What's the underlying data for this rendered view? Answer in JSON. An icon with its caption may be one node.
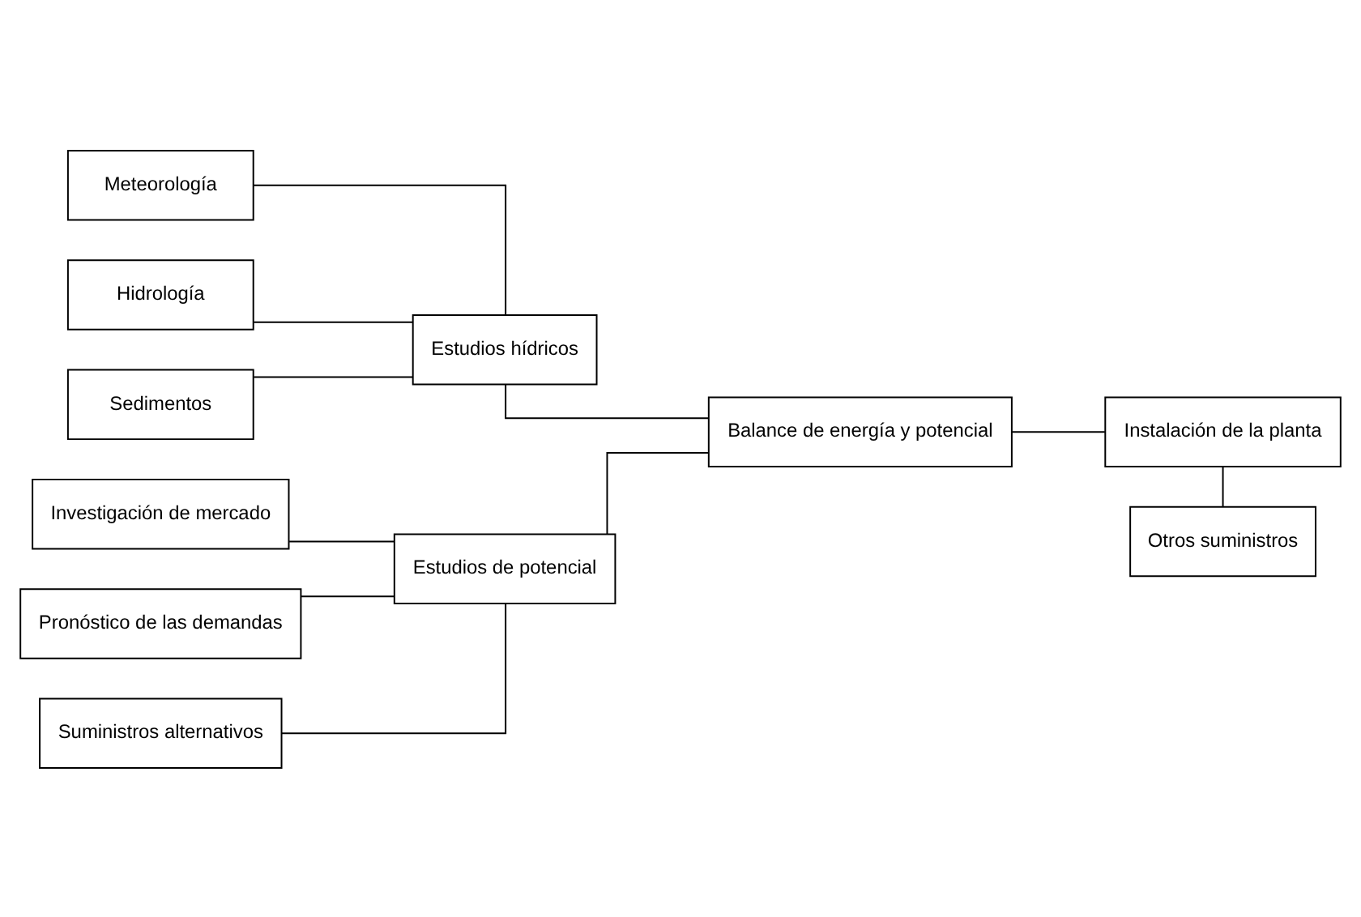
{
  "diagram": {
    "nodes": [
      {
        "text": [
          "Meteorología"
        ]
      },
      {
        "text": [
          "Hidrología"
        ]
      },
      {
        "text": [
          "Sedimentos"
        ]
      },
      {
        "text": [
          "Estudios hídricos"
        ]
      },
      {
        "text": [
          "Investigación de mercado"
        ]
      },
      {
        "text": [
          "Pronóstico de las demandas"
        ]
      },
      {
        "text": [
          "Suministros alternativos"
        ]
      },
      {
        "text": [
          "Estudios de potencial"
        ]
      },
      {
        "text": [
          "Balance de energía y potencial"
        ]
      },
      {
        "text": [
          "Instalación de la planta"
        ]
      },
      {
        "text": [
          "Otros suministros"
        ]
      }
    ],
    "edges": [
      {
        "from": 0,
        "to": 3,
        "arrow": "none"
      },
      {
        "from": 1,
        "to": 3,
        "arrow": "none"
      },
      {
        "from": 2,
        "to": 3,
        "arrow": "none"
      },
      {
        "from": 4,
        "to": 7,
        "arrow": "none"
      },
      {
        "from": 5,
        "to": 7,
        "arrow": "none"
      },
      {
        "from": 6,
        "to": 7,
        "arrow": "none"
      },
      {
        "from": 3,
        "to": 8,
        "arrow": "none"
      },
      {
        "from": 7,
        "to": 8,
        "arrow": "none"
      },
      {
        "from": 8,
        "to": 9,
        "arrow": "none"
      },
      {
        "from": 9,
        "to": 10,
        "arrow": "none"
      }
    ]
  }
}
